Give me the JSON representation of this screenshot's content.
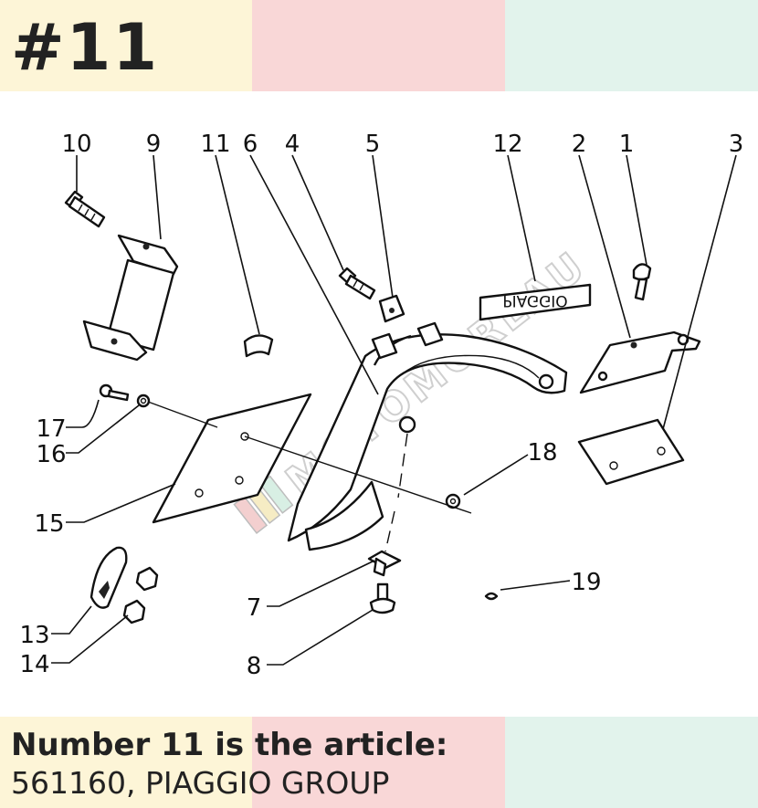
{
  "header": {
    "title": "#11"
  },
  "diagram": {
    "callouts": [
      "10",
      "9",
      "11",
      "6",
      "4",
      "5",
      "12",
      "2",
      "1",
      "3",
      "17",
      "16",
      "15",
      "18",
      "7",
      "19",
      "13",
      "14",
      "8"
    ],
    "decal_text": "PIAGGIO",
    "watermark": "MOTOMOREAU"
  },
  "footer": {
    "line1": "Number 11 is the article:",
    "line2": "561160, PIAGGIO GROUP"
  },
  "colors": {
    "band_yellow": "#fdf5d7",
    "band_pink": "#f9d7d7",
    "band_mint": "#e2f3ec",
    "text": "#222222"
  }
}
